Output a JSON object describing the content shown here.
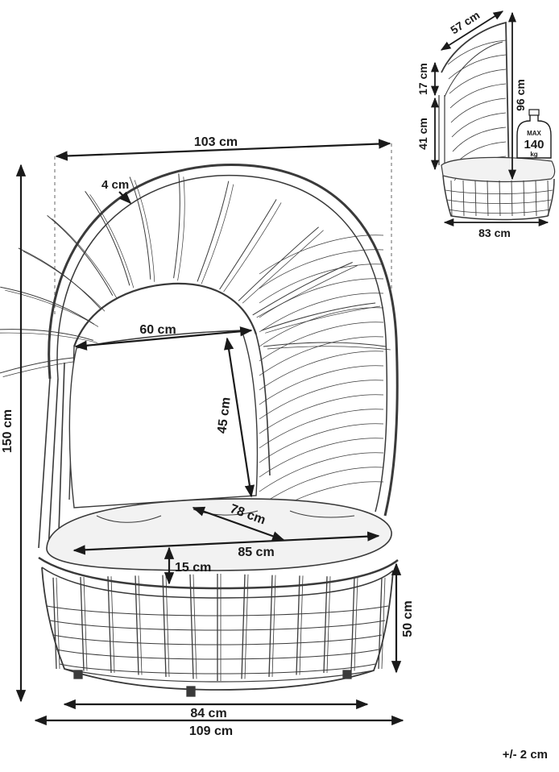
{
  "main": {
    "width": "103 cm",
    "height": "150 cm",
    "frame": "4 cm",
    "pillow_width": "60 cm",
    "pillow_height": "45 cm",
    "cushion_depth": "78 cm",
    "cushion_width": "85 cm",
    "cushion_thickness": "15 cm",
    "base_height": "50 cm",
    "base_width_inner": "84 cm",
    "base_width_outer": "109 cm"
  },
  "side": {
    "top_depth": "57 cm",
    "canopy_gap": "17 cm",
    "seat_height": "41 cm",
    "total_height": "96 cm",
    "base_depth": "83 cm"
  },
  "max_load": {
    "label": "MAX",
    "value": "140",
    "unit": "kg"
  },
  "tolerance": "+/- 2 cm",
  "colors": {
    "line": "#3a3a3a",
    "text": "#1a1a1a",
    "cushion": "#f2f2f2"
  }
}
